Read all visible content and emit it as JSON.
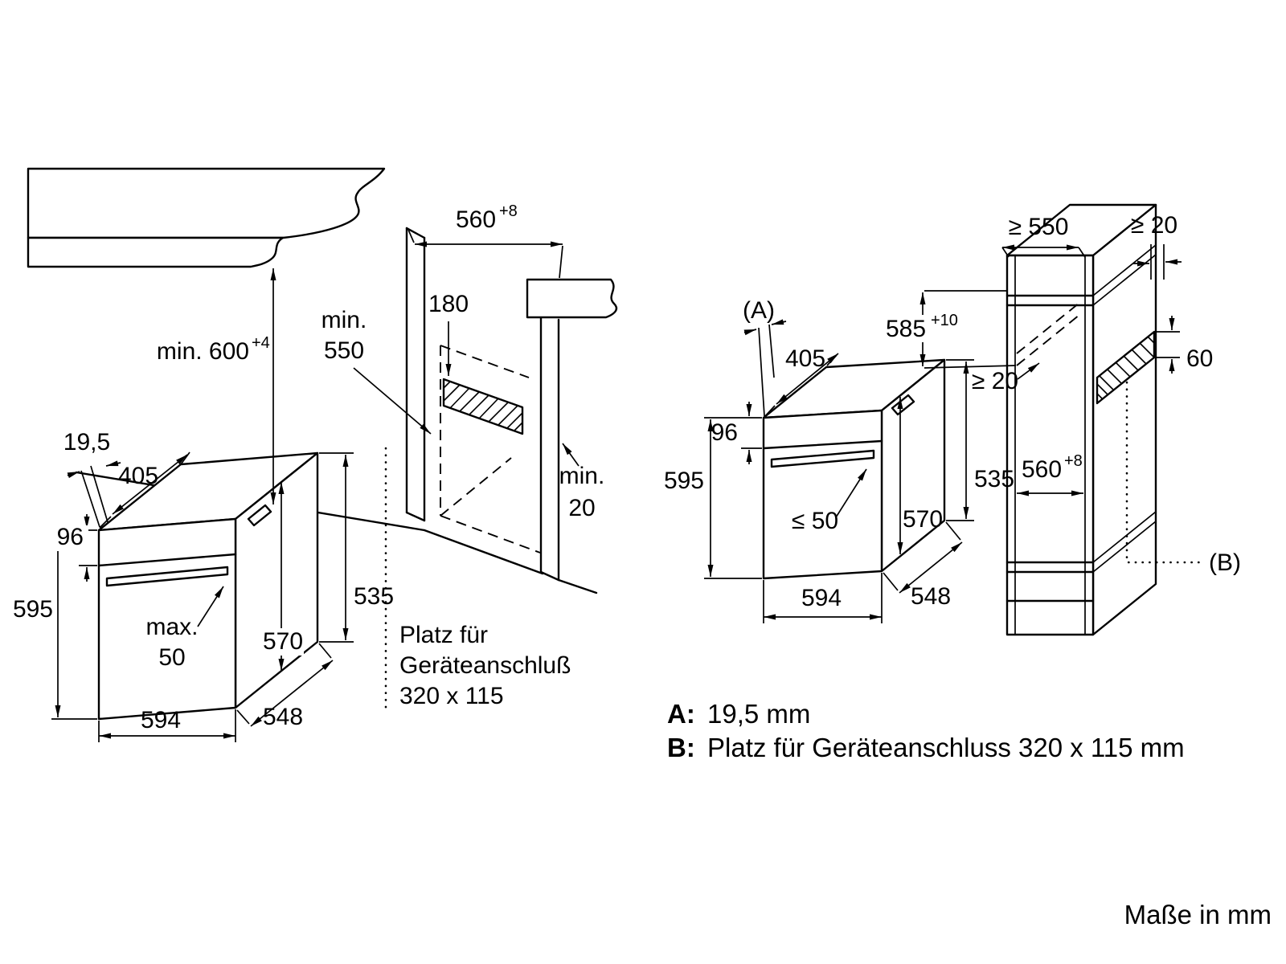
{
  "colors": {
    "line": "#000000",
    "surface_gray": "#e2e2e2",
    "background": "#ffffff"
  },
  "left": {
    "niche_width": {
      "base": "560",
      "sup": "+8"
    },
    "min_height": {
      "base": "min. 600",
      "sup": "+4"
    },
    "min_depth": {
      "line1": "min.",
      "line2": "550"
    },
    "connection_offset": "180",
    "overhang": "19,5",
    "body_depth": "405",
    "panel_height": "96",
    "oven_height": "595",
    "handle_max": {
      "line1": "max.",
      "line2": "50"
    },
    "inner_height": "570",
    "back_height": "535",
    "oven_width": "594",
    "oven_depth": "548",
    "rear_gap": {
      "line1": "min.",
      "line2": "20"
    },
    "connection_note": {
      "line1": "Platz für",
      "line2": "Geräteanschluß",
      "line3": "320 x 115"
    }
  },
  "right": {
    "ref_a": "(A)",
    "ref_b": "(B)",
    "body_depth": "405",
    "panel_height": "96",
    "oven_height": "595",
    "handle_max": "≤ 50",
    "inner_height": "570",
    "back_height": "535",
    "oven_width": "594",
    "oven_depth": "548",
    "cabinet_width": "≥ 550",
    "top_gap": "≥ 20",
    "niche_height": {
      "base": "585",
      "sup": "+10"
    },
    "rear_gap": "≥ 20",
    "vent_height": "60",
    "niche_depth": {
      "base": "560",
      "sup": "+8"
    }
  },
  "notes": {
    "a_label": "A:",
    "a_text": "19,5 mm",
    "b_label": "B:",
    "b_text": "Platz für Geräteanschluss 320 x 115 mm"
  },
  "footer": "Maße in mm"
}
